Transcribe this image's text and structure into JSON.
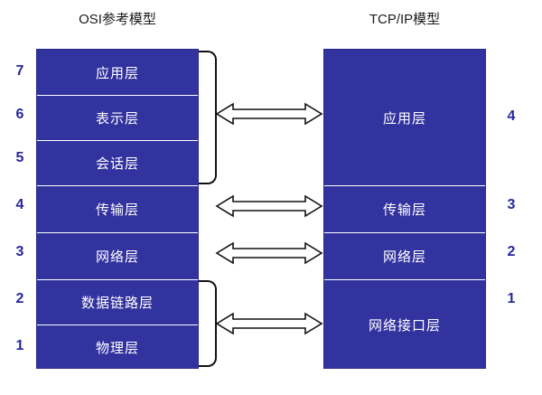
{
  "diagram": {
    "osi": {
      "title": "OSI参考模型",
      "layers": [
        {
          "num": "7",
          "label": "应用层"
        },
        {
          "num": "6",
          "label": "表示层"
        },
        {
          "num": "5",
          "label": "会话层"
        },
        {
          "num": "4",
          "label": "传输层"
        },
        {
          "num": "3",
          "label": "网络层"
        },
        {
          "num": "2",
          "label": "数据链路层"
        },
        {
          "num": "1",
          "label": "物理层"
        }
      ]
    },
    "tcpip": {
      "title": "TCP/IP模型",
      "layers": [
        {
          "num": "4",
          "label": "应用层"
        },
        {
          "num": "3",
          "label": "传输层"
        },
        {
          "num": "2",
          "label": "网络层"
        },
        {
          "num": "1",
          "label": "网络接口层"
        }
      ]
    },
    "colors": {
      "block_fill": "#3333a0",
      "block_text": "#ffffff",
      "number_text": "#2626a0",
      "title_text": "#1a1a1a",
      "arrow_outline": "#111111",
      "background": "#ffffff"
    },
    "arrows": [
      {
        "name": "arrow-application"
      },
      {
        "name": "arrow-transport"
      },
      {
        "name": "arrow-network"
      },
      {
        "name": "arrow-link"
      }
    ]
  }
}
